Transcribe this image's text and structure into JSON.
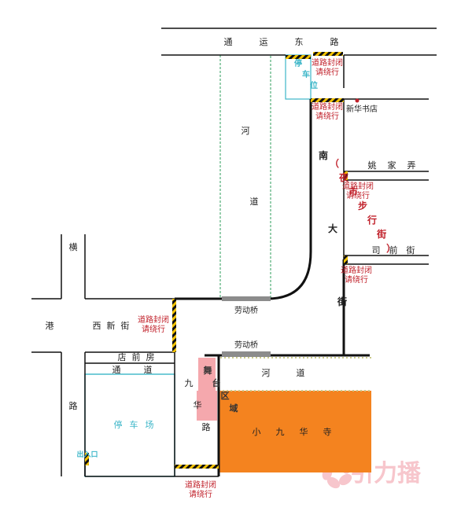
{
  "roads": {
    "tongyun": "通运东路",
    "nan_da_jie": "南大街",
    "night_market": "（夜市步行街）",
    "yaojia": "姚家弄",
    "siqian": "司前街",
    "heng": "横",
    "gang": "港",
    "lu": "路",
    "xixin": "西新街",
    "dianqianfang": "店前房",
    "tongdao": "通道",
    "jiuhua": "九华路"
  },
  "places": {
    "parking_top": "停车位",
    "river_upper": "河道",
    "river_lower": "河道",
    "xinhua": "新华书店",
    "laodong_top": "劳动桥",
    "laodong_bottom": "劳动桥",
    "stage": "舞台区域",
    "temple": "小九华寺",
    "parking_lot": "停车场",
    "entrance": "出入口"
  },
  "closures": {
    "line1": "道路封闭",
    "line2": "请绕行"
  },
  "watermark": "引力播",
  "colors": {
    "road": "#111111",
    "river_outline": "#2e9e5b",
    "parking": "#3cb6c8",
    "closure_text": "#c0202a",
    "stage": "#f5a8ad",
    "temple": "#f4831f",
    "bridge": "#8c8c8c",
    "dots": "#c9c98a",
    "watermark": "#f7c6cc"
  }
}
